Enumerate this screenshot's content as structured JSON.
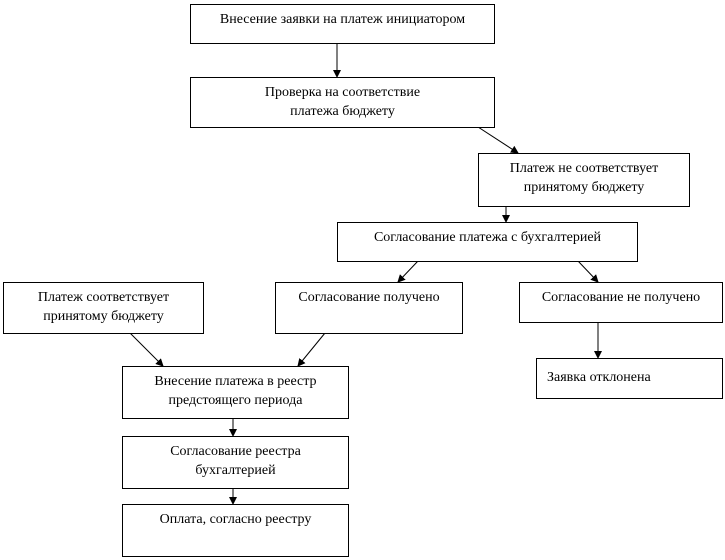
{
  "nodes": [
    {
      "id": "n1",
      "text": "Внесение заявки на платеж инициатором"
    },
    {
      "id": "n2",
      "text": "Проверка на соответствие платежа бюджету"
    },
    {
      "id": "n3",
      "text": "Платеж не соответствует принятому бюджету"
    },
    {
      "id": "n4",
      "text": "Согласование платежа с бухгалтерией"
    },
    {
      "id": "n5",
      "text": "Платеж соответствует принятому бюджету"
    },
    {
      "id": "n6",
      "text": "Согласование получено"
    },
    {
      "id": "n7",
      "text": "Согласование не получено"
    },
    {
      "id": "n8",
      "text": "Внесение платежа в реестр предстоящего периода"
    },
    {
      "id": "n9",
      "text": "Заявка отклонена"
    },
    {
      "id": "n10",
      "text": "Согласование реестра бухгалтерией"
    },
    {
      "id": "n11",
      "text": "Оплата, согласно реестру"
    }
  ],
  "edges": [
    [
      "n1",
      "n2"
    ],
    [
      "n2",
      "n3"
    ],
    [
      "n3",
      "n4"
    ],
    [
      "n4",
      "n6"
    ],
    [
      "n4",
      "n7"
    ],
    [
      "n5",
      "n8"
    ],
    [
      "n6",
      "n8"
    ],
    [
      "n7",
      "n9"
    ],
    [
      "n8",
      "n10"
    ],
    [
      "n10",
      "n11"
    ]
  ]
}
